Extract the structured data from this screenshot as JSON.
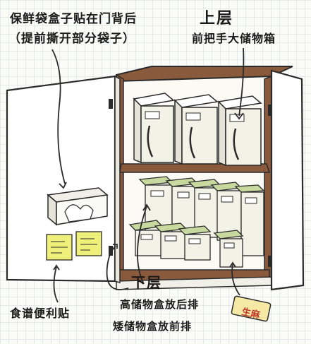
{
  "annotations": {
    "door_line1": "保鲜袋盒子贴在门背后",
    "door_line2": "（提前撕开部分袋子）",
    "upper_title": "上层",
    "upper_desc": "前把手大储物箱",
    "lower_title": "下层",
    "lower_back": "高储物盒放后排",
    "lower_front": "矮储物盒放前排",
    "recipe_notes": "食谱便利贴"
  },
  "tag": {
    "text": "生麻"
  },
  "colors": {
    "cabinet_wood": "#8a5a3c",
    "cabinet_inner": "#fbfaf4",
    "box_body": "#f3f2e6",
    "box_lid": "#c8d9a0",
    "sticky_note": "#eef07a",
    "tag_text": "#c0392b"
  }
}
